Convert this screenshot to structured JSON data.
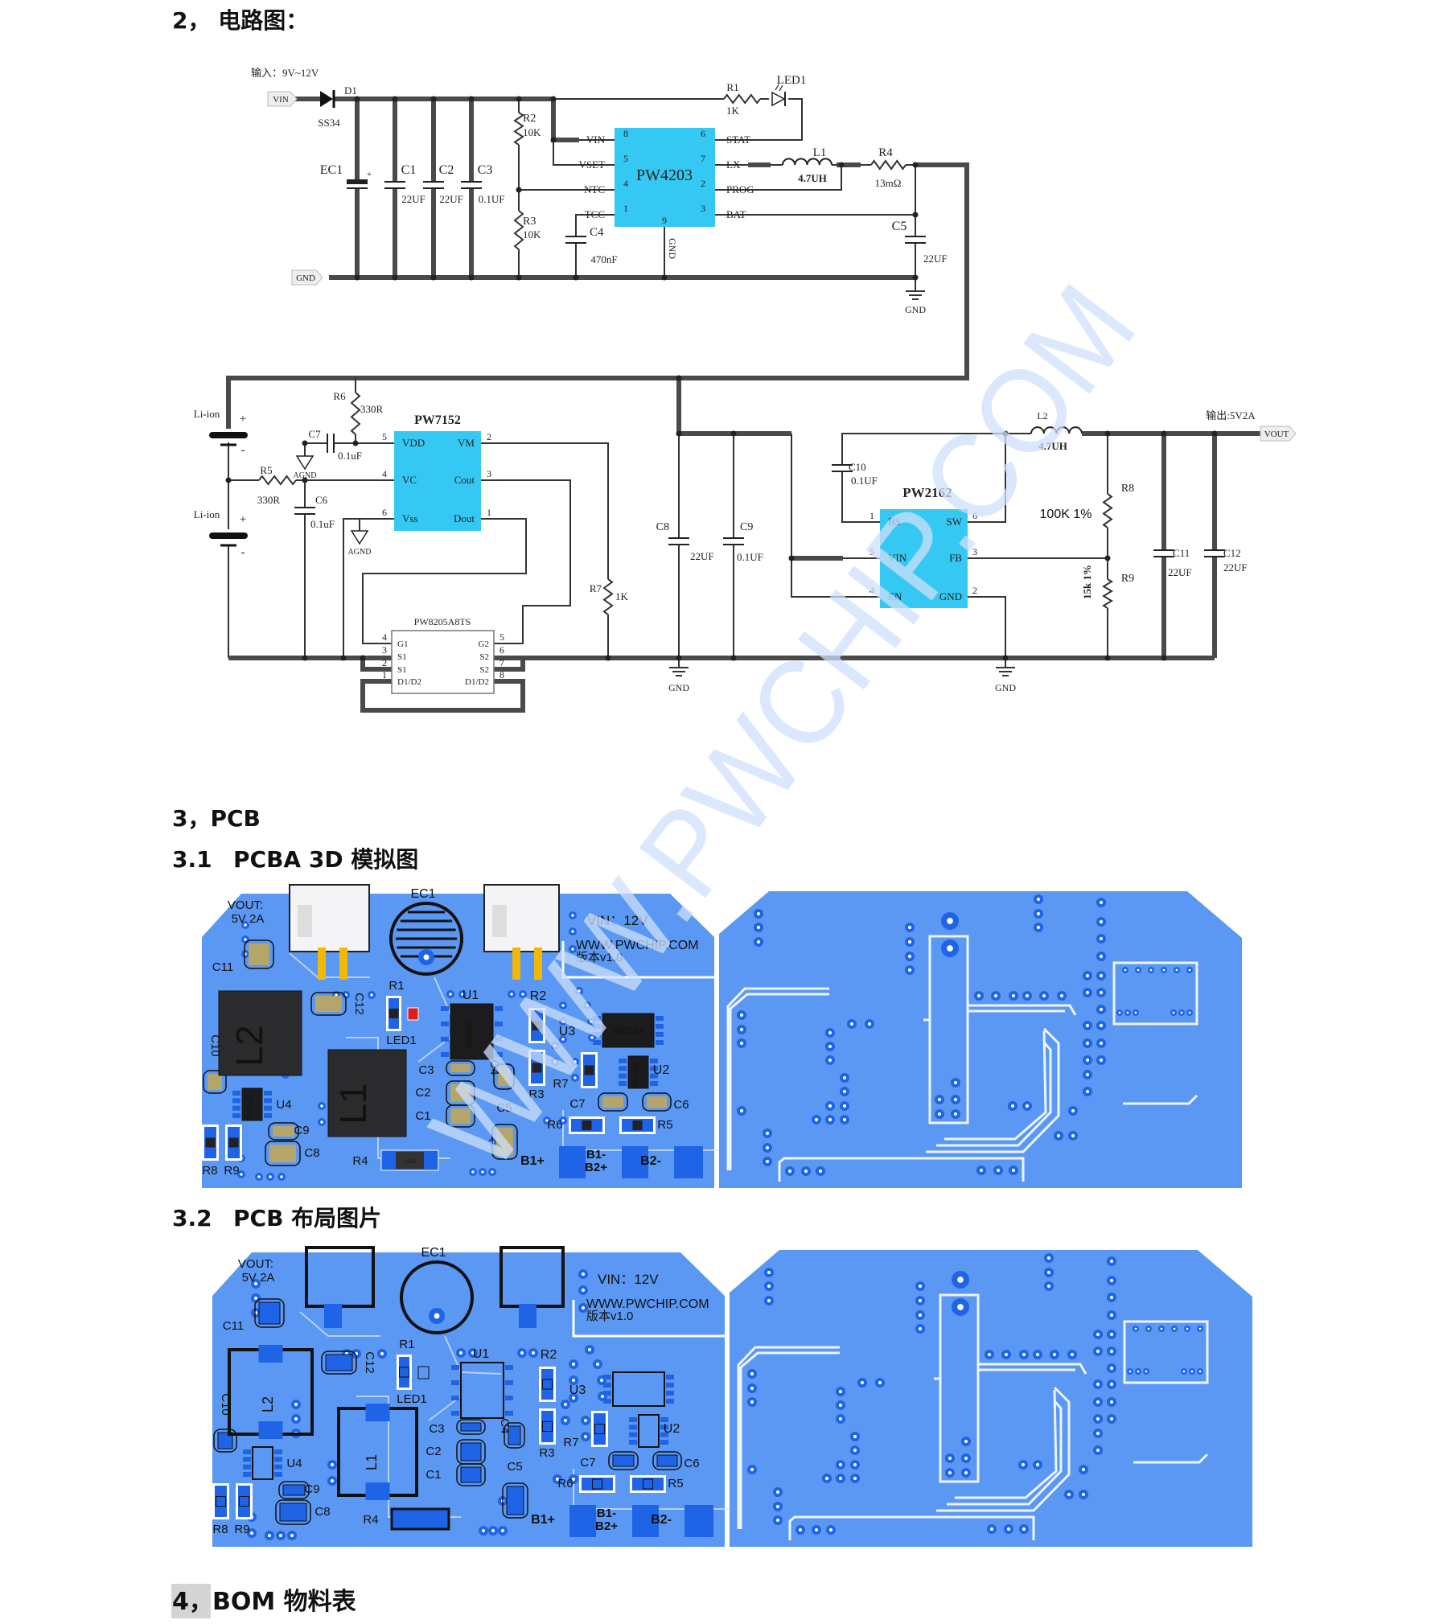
{
  "headings": {
    "circuit": "2， 电路图：",
    "pcb": "3，PCB",
    "pcba_num": "3.1",
    "pcba_title": "PCBA 3D 模拟图",
    "layout_num": "3.2",
    "layout_title": "PCB 布局图片",
    "bom_num": "4，",
    "bom_title": "BOM 物料表"
  },
  "watermark": "WWW.PWCHIP.COM",
  "schematic": {
    "input_note": "输入：9V~12V",
    "vin_tag": "VIN",
    "gnd_tag": "GND",
    "d1": "D1",
    "d1_part": "SS34",
    "r1": "R1",
    "r1_val": "1K",
    "led1": "LED1",
    "ec1": "EC1",
    "ec1_plus": "+",
    "c1": "C1",
    "c1_val": "22UF",
    "c2": "C2",
    "c2_val": "22UF",
    "c3": "C3",
    "c3_val": "0.1UF",
    "r2": "R2",
    "r2_val": "10K",
    "r3": "R3",
    "r3_val": "10K",
    "c4": "C4",
    "c4_val": "470nF",
    "u1": {
      "name": "PW4203",
      "pins_left": [
        {
          "num": "8",
          "name": "VIN"
        },
        {
          "num": "5",
          "name": "VSET"
        },
        {
          "num": "4",
          "name": "NTC"
        },
        {
          "num": "1",
          "name": "TCC"
        }
      ],
      "pins_right": [
        {
          "num": "6",
          "name": "STAT"
        },
        {
          "num": "7",
          "name": "LX"
        },
        {
          "num": "2",
          "name": "PROG"
        },
        {
          "num": "3",
          "name": "BAT"
        }
      ],
      "pin9": "9",
      "pin9_name": "GND"
    },
    "l1": "L1",
    "l1_val": "4.7UH",
    "r4": "R4",
    "r4_val": "13mΩ",
    "c5": "C5",
    "c5_val": "22UF",
    "gnd1": "GND",
    "li1": "Li-ion",
    "li1_plus": "+",
    "li1_minus": "-",
    "li2": "Li-ion",
    "li2_plus": "+",
    "li2_minus": "-",
    "r6": "R6",
    "r6_val": "330R",
    "c7": "C7",
    "c7_val": "0.1uF",
    "agnd1": "AGND",
    "r5": "R5",
    "r5_val": "330R",
    "c6": "C6",
    "c6_val": "0.1uF",
    "agnd2": "AGND",
    "u2": {
      "name": "PW7152",
      "pins_left": [
        {
          "num": "5",
          "name": "VDD"
        },
        {
          "num": "4",
          "name": "VC"
        },
        {
          "num": "6",
          "name": "Vss"
        }
      ],
      "pins_right": [
        {
          "num": "2",
          "name": "VM"
        },
        {
          "num": "3",
          "name": "Cout"
        },
        {
          "num": "1",
          "name": "Dout"
        }
      ]
    },
    "r7": "R7",
    "r7_val": "1K",
    "u4": {
      "name": "PW8205A8TS",
      "pins_left": [
        {
          "num": "4",
          "name": "G1"
        },
        {
          "num": "3",
          "name": "S1"
        },
        {
          "num": "2",
          "name": "S1"
        },
        {
          "num": "1",
          "name": "D1/D2"
        }
      ],
      "pins_right": [
        {
          "num": "5",
          "name": "G2"
        },
        {
          "num": "6",
          "name": "S2"
        },
        {
          "num": "7",
          "name": "S2"
        },
        {
          "num": "8",
          "name": "D1/D2"
        }
      ]
    },
    "c8": "C8",
    "c8_val": "22UF",
    "c9": "C9",
    "c9_val": "0.1UF",
    "gnd2": "GND",
    "gnd3": "GND",
    "c10": "C10",
    "c10_val": "0.1UF",
    "u3": {
      "name": "PW2162",
      "pins_left": [
        {
          "num": "1",
          "name": "BS"
        },
        {
          "num": "5",
          "name": "VIN"
        },
        {
          "num": "4",
          "name": "EN"
        }
      ],
      "pins_right": [
        {
          "num": "6",
          "name": "SW"
        },
        {
          "num": "3",
          "name": "FB"
        },
        {
          "num": "2",
          "name": "GND"
        }
      ]
    },
    "l2": "L2",
    "l2_val": "4.7UH",
    "out_note": "输出:5V2A",
    "vout_tag": "VOUT",
    "r8": "R8",
    "r8_val": "100K 1%",
    "r9": "R9",
    "r9_val": "15k 1%",
    "c11": "C11",
    "c11_val": "22UF",
    "c12": "C12",
    "c12_val": "22UF"
  },
  "pcb": {
    "labels": [
      "VOUT:",
      "5V 2A",
      "EC1",
      "VIN：12V",
      "WWW.PWCHIP.COM",
      "版本v1.0",
      "C11",
      "C12",
      "R1",
      "LED1",
      "U1",
      "R2",
      "U3",
      "C3",
      "C4",
      "R7",
      "R3",
      "U2",
      "C2",
      "C1",
      "C5",
      "C7",
      "C6",
      "R6",
      "R5",
      "U4",
      "C9",
      "C8",
      "R8",
      "R9",
      "R4",
      "B1+",
      "B1-",
      "B2+",
      "B2-",
      "C10"
    ],
    "inductors": [
      "L2",
      "L1"
    ],
    "chip_marks": [
      "PW4203",
      "8205A8",
      "PW7152",
      "PW2162",
      "1206"
    ]
  },
  "colors": {
    "ic_fill": "#35c8f2",
    "board": "#5a98f3",
    "copper": "#1f63e6",
    "watermark": "#cfe0fb"
  }
}
